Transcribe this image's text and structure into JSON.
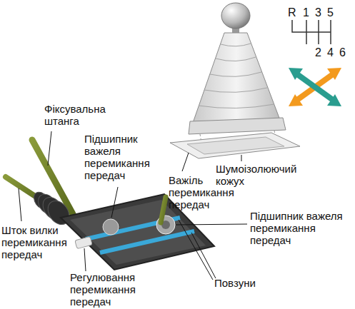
{
  "diagram": {
    "labels": [
      "Фіксувальна штанга",
      "Підшипник важеля перемикання передач",
      "Шумоізолюючий кожух",
      "Важіль перемикання передач",
      "Підшипник важеля перемикання передач",
      "Шток вилки перемикання передач",
      "Регулювання перемикання передач",
      "Повзуни",
      "R",
      "1",
      "3",
      "5",
      "2",
      "4",
      "6"
    ]
  }
}
